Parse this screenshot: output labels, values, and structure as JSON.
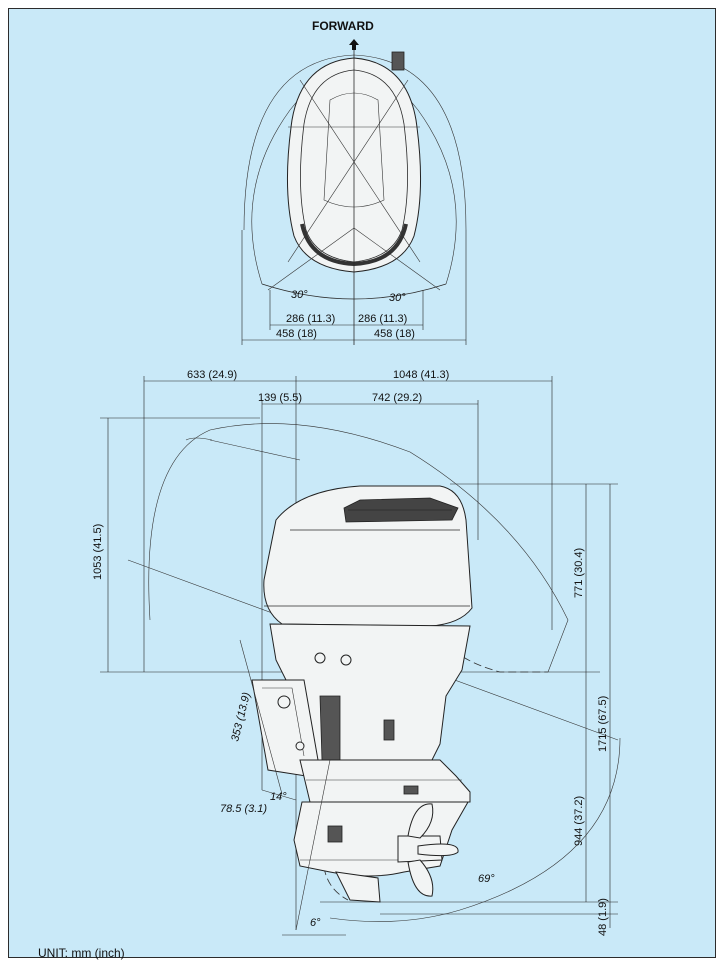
{
  "top_view": {
    "title": "FORWARD",
    "angle_left": "30°",
    "angle_right": "30°",
    "dim_inner_left": "286 (11.3)",
    "dim_inner_right": "286 (11.3)",
    "dim_outer_left": "458 (18)",
    "dim_outer_right": "458 (18)"
  },
  "side_view": {
    "dim_top_left": "633 (24.9)",
    "dim_top_right": "1048 (41.3)",
    "dim_offset": "139 (5.5)",
    "dim_body_length": "742 (29.2)",
    "dim_height_left": "1053 (41.5)",
    "dim_height_cowl": "771 (30.4)",
    "dim_total_height": "1715 (67.5)",
    "dim_lower": "944 (37.2)",
    "dim_bottom": "48 (1.9)",
    "dim_bracket": "353 (13.9)",
    "dim_transom": "78.5 (3.1)",
    "angle_trim": "14°",
    "angle_tilt": "69°",
    "angle_bottom": "6°"
  },
  "footer": {
    "unit_label": "UNIT: mm (inch)"
  }
}
